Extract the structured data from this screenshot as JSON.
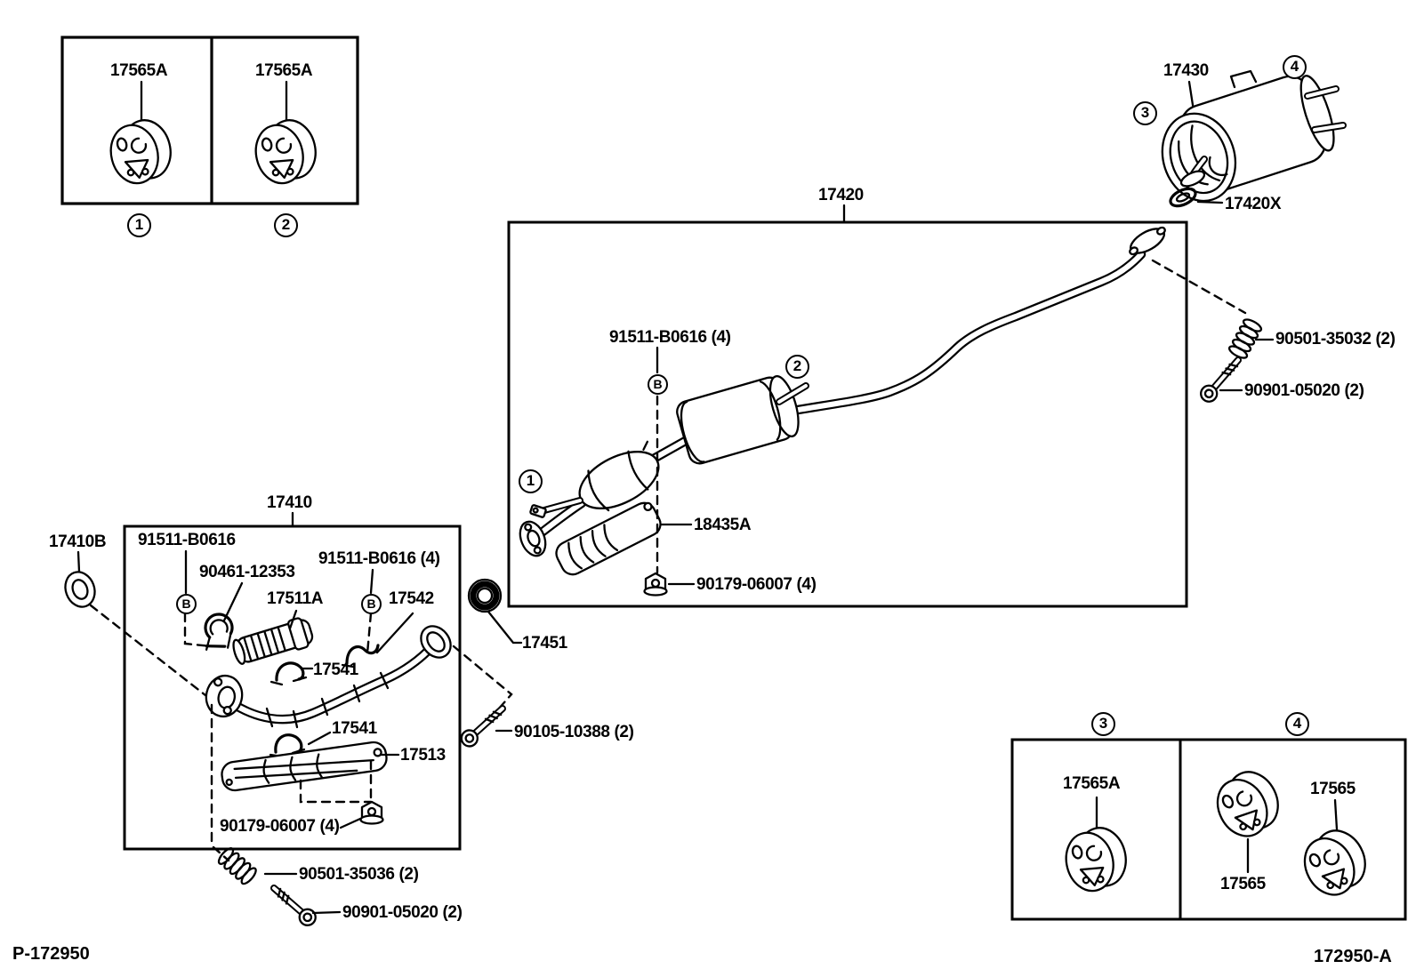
{
  "diagram": {
    "figure_code_left": "P-172950",
    "figure_code_right": "172950-A",
    "ink_color": "#000000",
    "paper_color": "#ffffff"
  },
  "callouts": {
    "n1": "1",
    "n2": "2",
    "n3": "3",
    "n4": "4",
    "bolt_key": "B"
  },
  "parts": {
    "p17565A": "17565A",
    "p17565": "17565",
    "p17430": "17430",
    "p17420X": "17420X",
    "p17420": "17420",
    "p17410": "17410",
    "p17410B": "17410B",
    "p91511_B0616": "91511-B0616",
    "p91511_B0616_4": "91511-B0616 (4)",
    "p90461_12353": "90461-12353",
    "p17511A": "17511A",
    "p17542": "17542",
    "p17541": "17541",
    "p17451": "17451",
    "p17513": "17513",
    "p18435A": "18435A",
    "p90179_06007_4": "90179-06007 (4)",
    "p90105_10388_2": "90105-10388 (2)",
    "p90501_35036_2": "90501-35036 (2)",
    "p90501_35032_2": "90501-35032 (2)",
    "p90901_05020_2": "90901-05020 (2)"
  }
}
